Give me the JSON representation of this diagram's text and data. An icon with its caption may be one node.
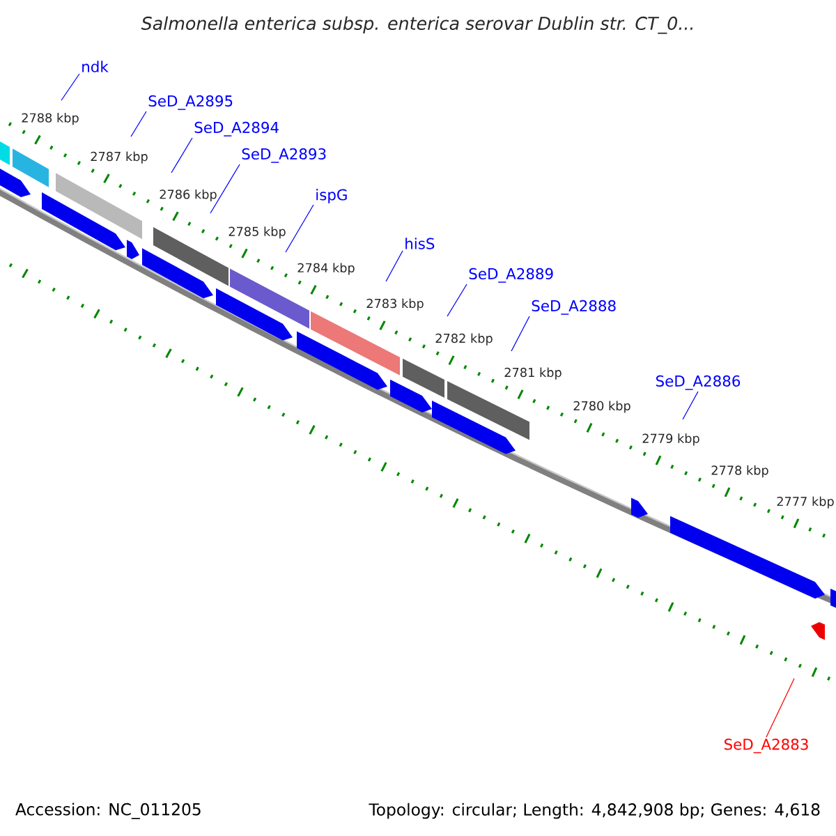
{
  "diagram": {
    "title": "Salmonella enterica subsp. enterica serovar Dublin str. CT_0...",
    "nodes": [
      {
        "text": [
          "ndk"
        ]
      },
      {
        "text": [
          "SeD_A2895"
        ]
      },
      {
        "text": [
          "SeD_A2894"
        ]
      },
      {
        "text": [
          "SeD_A2893"
        ]
      },
      {
        "text": [
          "ispG"
        ]
      },
      {
        "text": [
          "hisS"
        ]
      },
      {
        "text": [
          "SeD_A2889"
        ]
      },
      {
        "text": [
          "SeD_A2888"
        ]
      },
      {
        "text": [
          "SeD_A2886"
        ]
      },
      {
        "text": [
          "SeD_A2883"
        ]
      }
    ],
    "edges": [
      {
        "from": 0,
        "to": null,
        "arrow": "none"
      },
      {
        "from": 1,
        "to": null,
        "arrow": "none"
      },
      {
        "from": 2,
        "to": null,
        "arrow": "none"
      },
      {
        "from": 3,
        "to": null,
        "arrow": "none"
      },
      {
        "from": 4,
        "to": null,
        "arrow": "none"
      },
      {
        "from": 5,
        "to": null,
        "arrow": "none"
      },
      {
        "from": 6,
        "to": null,
        "arrow": "none"
      },
      {
        "from": 7,
        "to": null,
        "arrow": "none"
      },
      {
        "from": 8,
        "to": null,
        "arrow": "none"
      },
      {
        "from": 9,
        "to": null,
        "arrow": "none",
        "color": "#ff0000"
      }
    ],
    "labels": [
      "2788 kbp",
      "2787 kbp",
      "2786 kbp",
      "2785 kbp",
      "2784 kbp",
      "2783 kbp",
      "2782 kbp",
      "2781 kbp",
      "2780 kbp",
      "2779 kbp",
      "2778 kbp",
      "2777 kbp",
      "Accession: NC_011205",
      "Topology: circular; Length: 4,842,908 bp; Genes: 4,618"
    ]
  }
}
